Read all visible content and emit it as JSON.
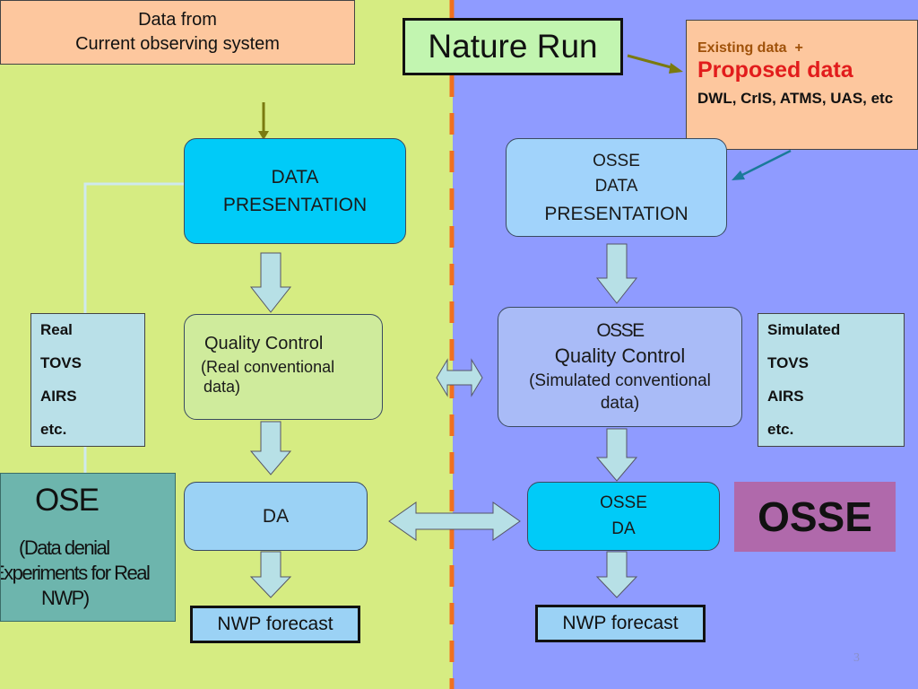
{
  "colors": {
    "left_bg": "#d6ec82",
    "right_bg": "#8f9bff",
    "divider_dash": "#f07020",
    "down_arrow_fill": "#b7e0e6",
    "nature_run_bg": "#c2f5b0",
    "proposed_red": "#e21c1c",
    "existing_brown": "#a0520a",
    "ose_bg": "#6db5ad",
    "osse_badge_bg": "#b069ab"
  },
  "source_box": {
    "line1": "Data from",
    "line2": "Current observing system"
  },
  "nature_run": "Nature Run",
  "proposed": {
    "existing": "Existing data  +",
    "proposed": "Proposed data",
    "instruments": "DWL, CrIS, ATMS, UAS, etc"
  },
  "left": {
    "data_presentation": {
      "line1": "DATA",
      "line2": "PRESENTATION"
    },
    "quality_control": {
      "title": "Quality Control",
      "sub1": "(Real conventional",
      "sub2": "data)"
    },
    "da": "DA",
    "nwp": "NWP forecast",
    "obs_list": [
      "Real",
      "TOVS",
      "AIRS",
      "etc."
    ]
  },
  "right": {
    "data_presentation": {
      "line1": "OSSE",
      "line2": "DATA",
      "line3": "PRESENTATION"
    },
    "quality_control": {
      "line1": "OSSE",
      "title": "Quality Control",
      "sub1": "(Simulated conventional",
      "sub2": "data)"
    },
    "da": {
      "line1": "OSSE",
      "line2": "DA"
    },
    "nwp": "NWP forecast",
    "obs_list": [
      "Simulated",
      "TOVS",
      "AIRS",
      "etc."
    ]
  },
  "ose": {
    "title": "OSE",
    "desc1": "(Data denial",
    "desc2": "Experiments for Real",
    "desc3": "NWP)"
  },
  "osse_badge": "OSSE",
  "page_number": "3"
}
